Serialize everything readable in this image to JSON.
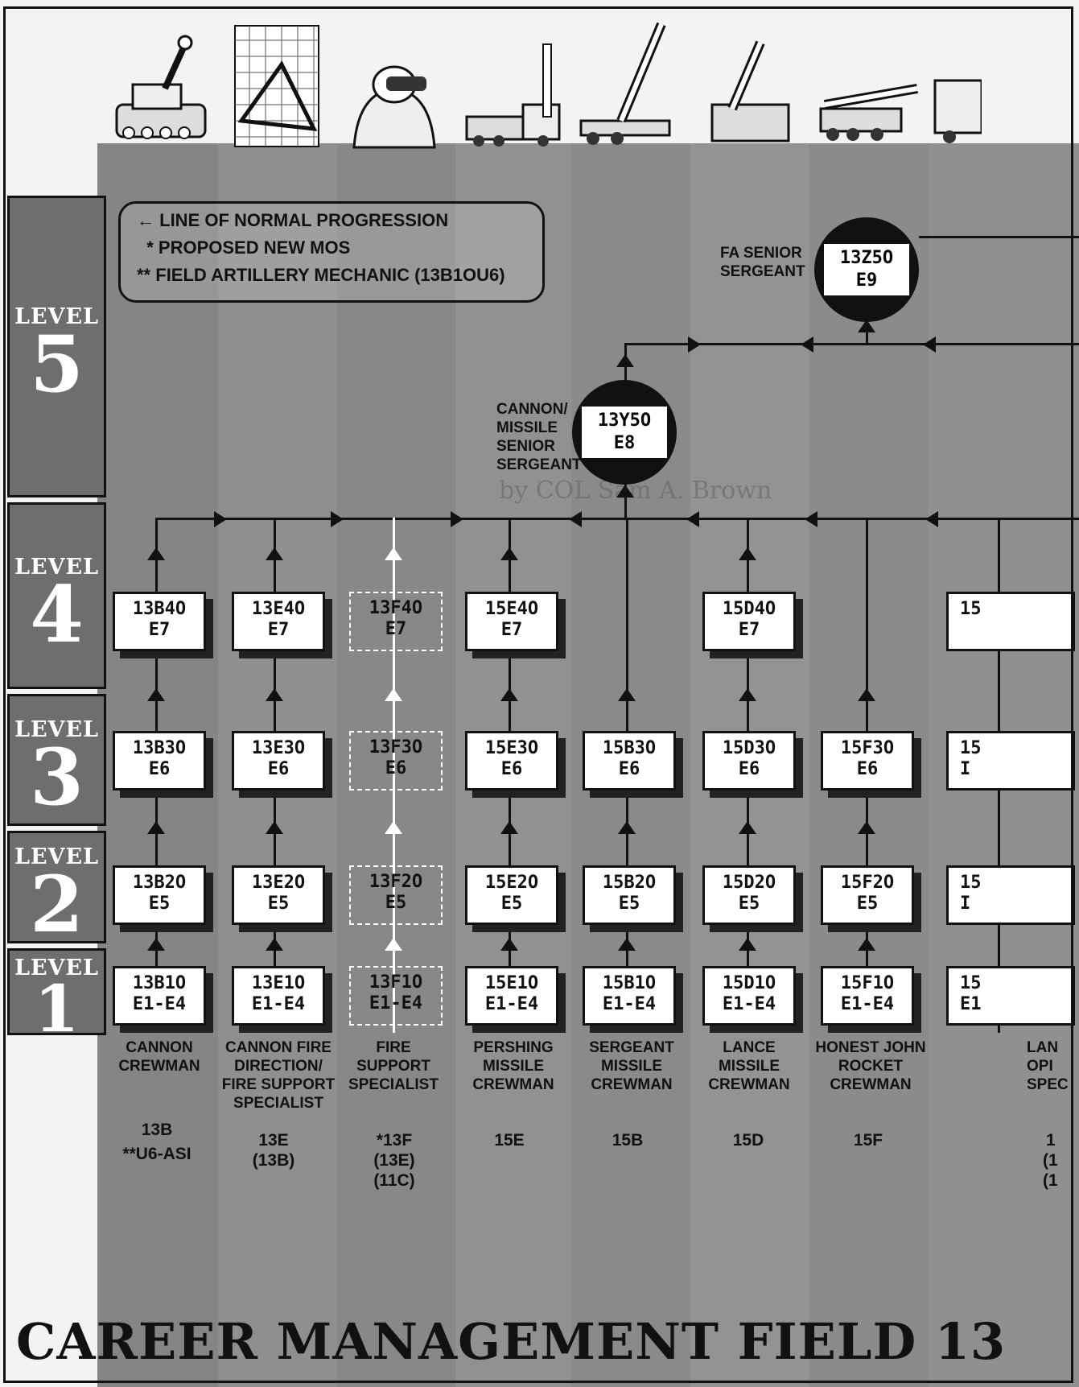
{
  "title": "CAREER MANAGEMENT FIELD 13",
  "byline": "by COL Sam A. Brown",
  "legend": {
    "line1": "LINE OF NORMAL PROGRESSION",
    "line2": "PROPOSED NEW MOS",
    "line3": "FIELD ARTILLERY MECHANIC (13B1OU6)"
  },
  "levels": [
    {
      "word": "LEVEL",
      "num": "5"
    },
    {
      "word": "LEVEL",
      "num": "4"
    },
    {
      "word": "LEVEL",
      "num": "3"
    },
    {
      "word": "LEVEL",
      "num": "2"
    },
    {
      "word": "LEVEL",
      "num": "1"
    }
  ],
  "senior": {
    "e9_label": "FA SENIOR SERGEANT",
    "e9_code": "13Z5O",
    "e9_grade": "E9",
    "e8_label": "CANNON/ MISSILE SENIOR SERGEANT",
    "e8_code": "13Y5O",
    "e8_grade": "E8"
  },
  "columns": [
    {
      "id": "13B",
      "name": "CANNON CREWMAN",
      "mos": "13B",
      "note": "**U6-ASI",
      "boxes": [
        [
          "13B4O",
          "E7"
        ],
        [
          "13B3O",
          "E6"
        ],
        [
          "13B2O",
          "E5"
        ],
        [
          "13B1O",
          "E1-E4"
        ]
      ]
    },
    {
      "id": "13E",
      "name": "CANNON FIRE DIRECTION/ FIRE SUPPORT SPECIALIST",
      "mos": "13E",
      "note": "(13B)",
      "boxes": [
        [
          "13E4O",
          "E7"
        ],
        [
          "13E3O",
          "E6"
        ],
        [
          "13E2O",
          "E5"
        ],
        [
          "13E1O",
          "E1-E4"
        ]
      ]
    },
    {
      "id": "13F",
      "name": "FIRE SUPPORT SPECIALIST",
      "mos": "*13F",
      "note": "(13E)",
      "note2": "(11C)",
      "boxes": [
        [
          "13F4O",
          "E7"
        ],
        [
          "13F3O",
          "E6"
        ],
        [
          "13F2O",
          "E5"
        ],
        [
          "13F1O",
          "E1-E4"
        ]
      ]
    },
    {
      "id": "15E",
      "name": "PERSHING MISSILE CREWMAN",
      "mos": "15E",
      "note": "",
      "boxes": [
        [
          "15E4O",
          "E7"
        ],
        [
          "15E3O",
          "E6"
        ],
        [
          "15E2O",
          "E5"
        ],
        [
          "15E1O",
          "E1-E4"
        ]
      ]
    },
    {
      "id": "15B",
      "name": "SERGEANT MISSILE CREWMAN",
      "mos": "15B",
      "note": "",
      "boxes": [
        [
          "15B3O",
          "E6"
        ],
        [
          "15B2O",
          "E5"
        ],
        [
          "15B1O",
          "E1-E4"
        ]
      ]
    },
    {
      "id": "15D",
      "name": "LANCE MISSILE CREWMAN",
      "mos": "15D",
      "note": "",
      "boxes": [
        [
          "15D4O",
          "E7"
        ],
        [
          "15D3O",
          "E6"
        ],
        [
          "15D2O",
          "E5"
        ],
        [
          "15D1O",
          "E1-E4"
        ]
      ]
    },
    {
      "id": "15F",
      "name": "HONEST JOHN ROCKET CREWMAN",
      "mos": "15F",
      "note": "",
      "boxes": [
        [
          "15F3O",
          "E6"
        ],
        [
          "15F2O",
          "E5"
        ],
        [
          "15F1O",
          "E1-E4"
        ]
      ]
    },
    {
      "id": "15J",
      "name": "LAN OPI SPEC",
      "mos": "1",
      "note": "(1",
      "note2": "(1",
      "boxes": [
        [
          "15",
          ""
        ],
        [
          "15",
          "I"
        ],
        [
          "15",
          "I"
        ],
        [
          "15",
          "E1"
        ]
      ]
    }
  ],
  "colors": {
    "panel": "#8a8a8a",
    "level_bg": "#6e6e6e",
    "ink": "#111111",
    "paper": "#f3f3f1"
  },
  "icons": [
    "howitzer-icon",
    "plotting-board-icon",
    "binoculars-observer-icon",
    "pershing-missile-icon",
    "sergeant-missile-icon",
    "lance-missile-icon",
    "honest-john-rocket-icon",
    "truck-icon"
  ]
}
